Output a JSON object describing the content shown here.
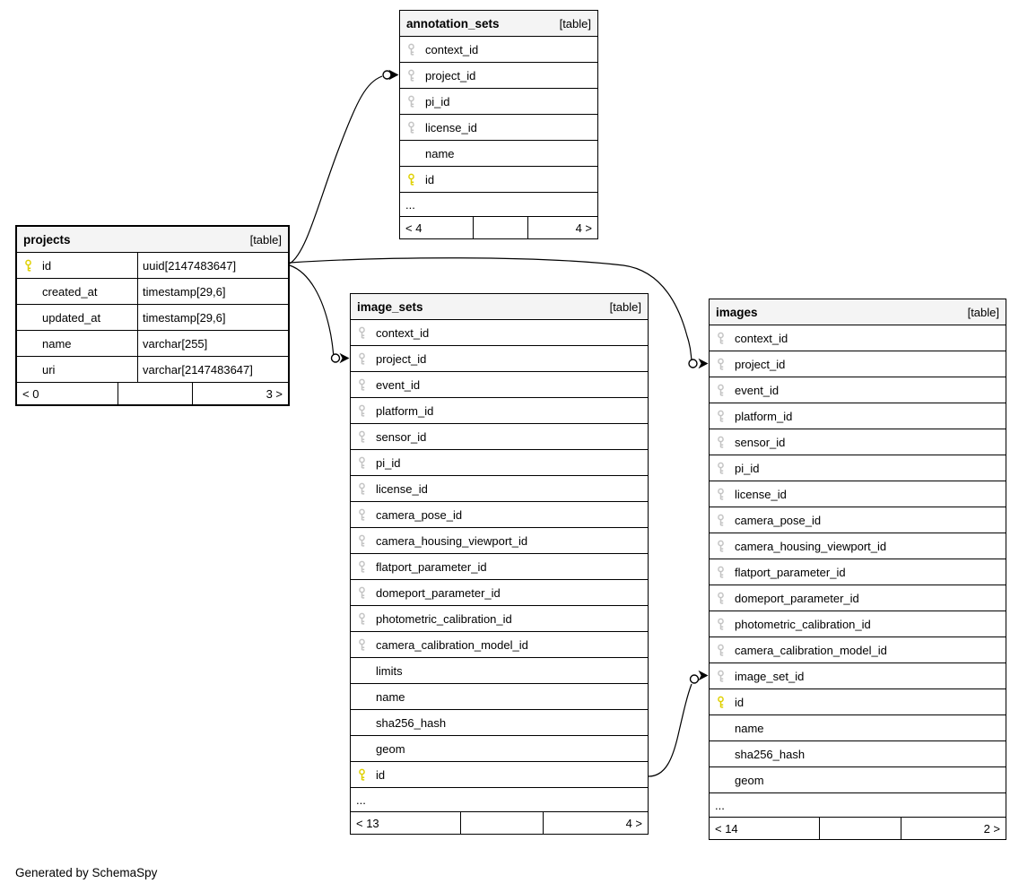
{
  "footer_note": "Generated by SchemaSpy",
  "colors": {
    "pk_key": "#dfd000",
    "fk_key": "#c4c4c4",
    "border": "#000000",
    "header_bg": "#f4f4f4"
  },
  "icons": {
    "pk": "pk-key-icon",
    "fk": "fk-key-icon"
  },
  "relationships": [
    {
      "from": "projects.id",
      "to": "annotation_sets.project_id"
    },
    {
      "from": "projects.id",
      "to": "image_sets.project_id"
    },
    {
      "from": "projects.id",
      "to": "images.project_id"
    },
    {
      "from": "image_sets.id",
      "to": "images.image_set_id"
    }
  ],
  "tables": [
    {
      "name": "annotation_sets",
      "type_label": "[table]",
      "two_column": false,
      "emphasized": false,
      "columns": [
        {
          "name": "context_id",
          "key": "fk"
        },
        {
          "name": "project_id",
          "key": "fk"
        },
        {
          "name": "pi_id",
          "key": "fk"
        },
        {
          "name": "license_id",
          "key": "fk"
        },
        {
          "name": "name",
          "key": null
        },
        {
          "name": "id",
          "key": "pk"
        }
      ],
      "ellipsis": "...",
      "footer": {
        "left": "< 4",
        "middle": "",
        "right": "4 >"
      }
    },
    {
      "name": "projects",
      "type_label": "[table]",
      "two_column": true,
      "emphasized": true,
      "columns": [
        {
          "name": "id",
          "key": "pk",
          "type": "uuid[2147483647]"
        },
        {
          "name": "created_at",
          "key": null,
          "type": "timestamp[29,6]"
        },
        {
          "name": "updated_at",
          "key": null,
          "type": "timestamp[29,6]"
        },
        {
          "name": "name",
          "key": null,
          "type": "varchar[255]"
        },
        {
          "name": "uri",
          "key": null,
          "type": "varchar[2147483647]"
        }
      ],
      "footer": {
        "left": "< 0",
        "middle": "",
        "right": "3 >"
      }
    },
    {
      "name": "image_sets",
      "type_label": "[table]",
      "two_column": false,
      "emphasized": false,
      "columns": [
        {
          "name": "context_id",
          "key": "fk"
        },
        {
          "name": "project_id",
          "key": "fk"
        },
        {
          "name": "event_id",
          "key": "fk"
        },
        {
          "name": "platform_id",
          "key": "fk"
        },
        {
          "name": "sensor_id",
          "key": "fk"
        },
        {
          "name": "pi_id",
          "key": "fk"
        },
        {
          "name": "license_id",
          "key": "fk"
        },
        {
          "name": "camera_pose_id",
          "key": "fk"
        },
        {
          "name": "camera_housing_viewport_id",
          "key": "fk"
        },
        {
          "name": "flatport_parameter_id",
          "key": "fk"
        },
        {
          "name": "domeport_parameter_id",
          "key": "fk"
        },
        {
          "name": "photometric_calibration_id",
          "key": "fk"
        },
        {
          "name": "camera_calibration_model_id",
          "key": "fk"
        },
        {
          "name": "limits",
          "key": null
        },
        {
          "name": "name",
          "key": null
        },
        {
          "name": "sha256_hash",
          "key": null
        },
        {
          "name": "geom",
          "key": null
        },
        {
          "name": "id",
          "key": "pk"
        }
      ],
      "ellipsis": "...",
      "footer": {
        "left": "< 13",
        "middle": "",
        "right": "4 >"
      }
    },
    {
      "name": "images",
      "type_label": "[table]",
      "two_column": false,
      "emphasized": false,
      "columns": [
        {
          "name": "context_id",
          "key": "fk"
        },
        {
          "name": "project_id",
          "key": "fk"
        },
        {
          "name": "event_id",
          "key": "fk"
        },
        {
          "name": "platform_id",
          "key": "fk"
        },
        {
          "name": "sensor_id",
          "key": "fk"
        },
        {
          "name": "pi_id",
          "key": "fk"
        },
        {
          "name": "license_id",
          "key": "fk"
        },
        {
          "name": "camera_pose_id",
          "key": "fk"
        },
        {
          "name": "camera_housing_viewport_id",
          "key": "fk"
        },
        {
          "name": "flatport_parameter_id",
          "key": "fk"
        },
        {
          "name": "domeport_parameter_id",
          "key": "fk"
        },
        {
          "name": "photometric_calibration_id",
          "key": "fk"
        },
        {
          "name": "camera_calibration_model_id",
          "key": "fk"
        },
        {
          "name": "image_set_id",
          "key": "fk"
        },
        {
          "name": "id",
          "key": "pk"
        },
        {
          "name": "name",
          "key": null
        },
        {
          "name": "sha256_hash",
          "key": null
        },
        {
          "name": "geom",
          "key": null
        }
      ],
      "ellipsis": "...",
      "footer": {
        "left": "< 14",
        "middle": "",
        "right": "2 >"
      }
    }
  ]
}
